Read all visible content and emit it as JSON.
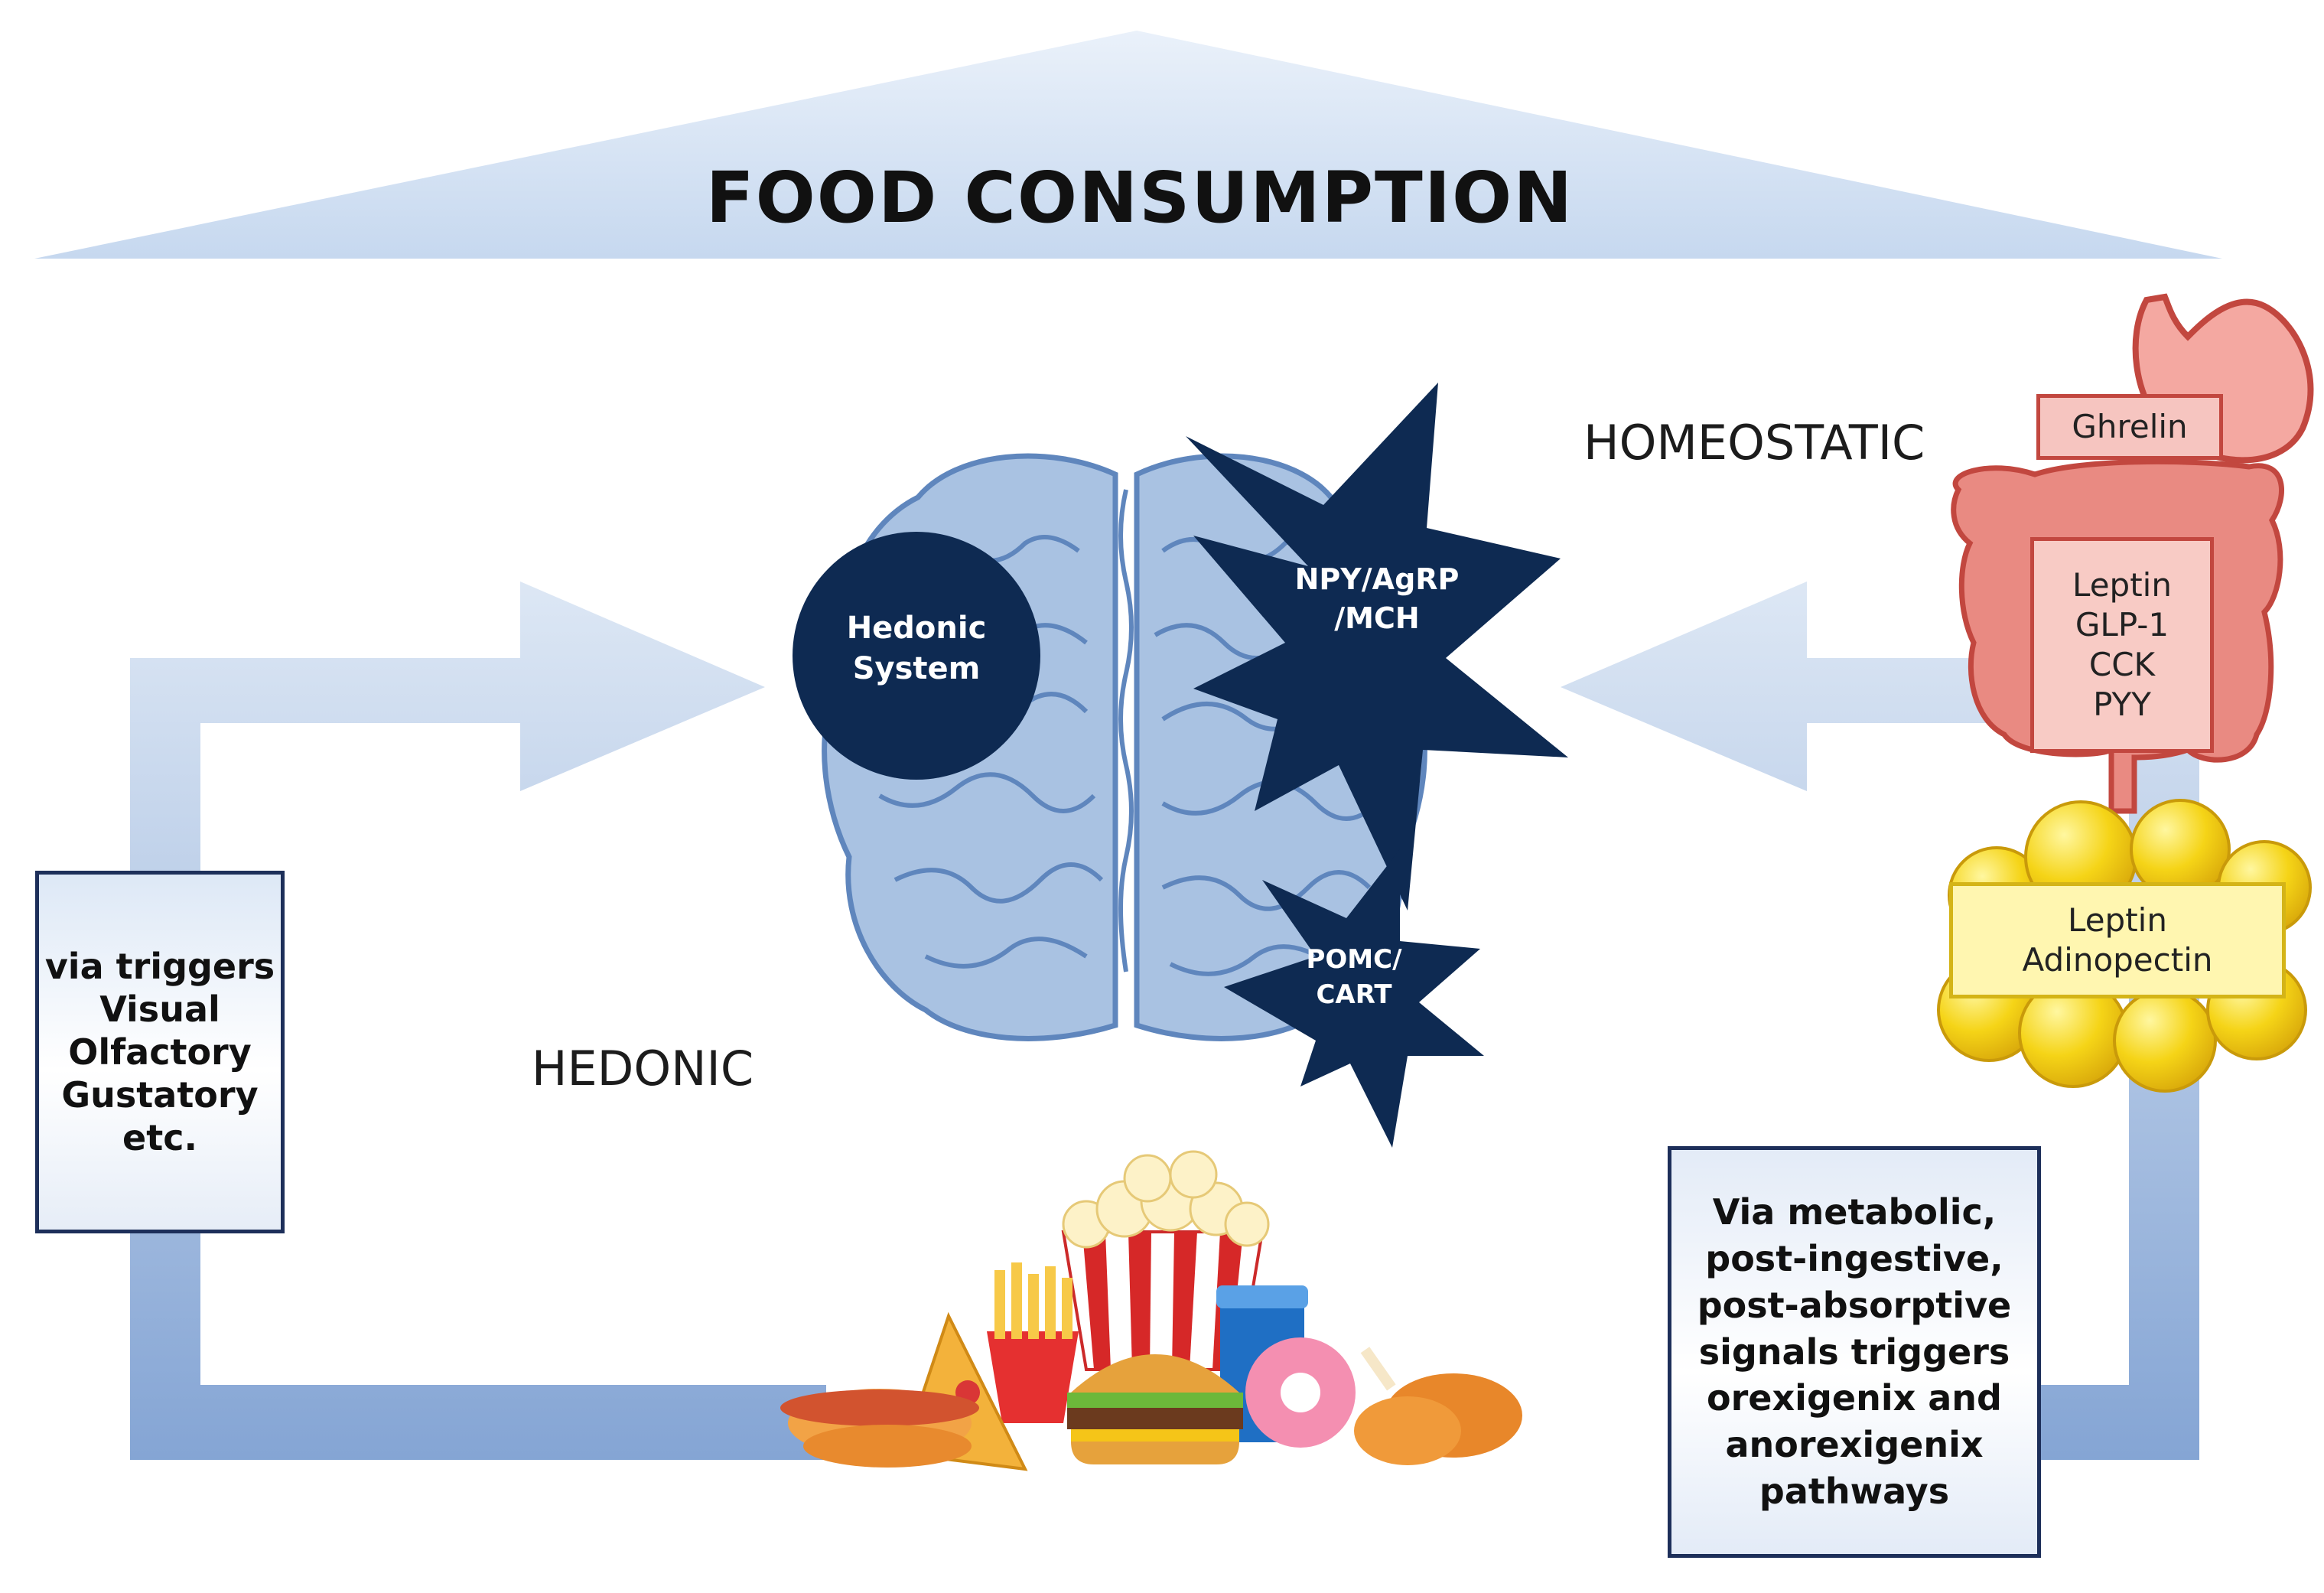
{
  "title": "FOOD CONSUMPTION",
  "labels": {
    "homeostatic": "HOMEOSTATIC",
    "hedonic": "HEDONIC"
  },
  "brain": {
    "hedonic_system": [
      "Hedonic",
      "System"
    ],
    "orexigenic": [
      "NPY/AgRP",
      "/MCH"
    ],
    "anorexigenic": [
      "POMC/",
      "CART"
    ]
  },
  "triggers_box": [
    "via triggers",
    "Visual",
    "Olfactory",
    "Gustatory",
    "etc."
  ],
  "metabolic_box": [
    "Via metabolic,",
    "post-ingestive,",
    "post-absorptive",
    "signals triggers",
    "orexigenix and",
    "anorexigenix",
    "pathways"
  ],
  "hormones": {
    "stomach": [
      "Ghrelin"
    ],
    "gut": [
      "Leptin",
      "GLP-1",
      "CCK",
      "PYY"
    ],
    "adipose": [
      "Leptin",
      "Adinopectin"
    ]
  },
  "colors": {
    "navy": "#0e2a52",
    "arrow_blue": "#c7d8ee",
    "brain_blue": "#a9c2e2",
    "gut_pink": "#e98a82",
    "fat_yellow": "#f2cf12"
  },
  "icons": [
    "house-roof-arrow",
    "brain-icon",
    "stomach-icon",
    "intestine-icon",
    "fat-cells-icon",
    "fast-food-icon"
  ]
}
